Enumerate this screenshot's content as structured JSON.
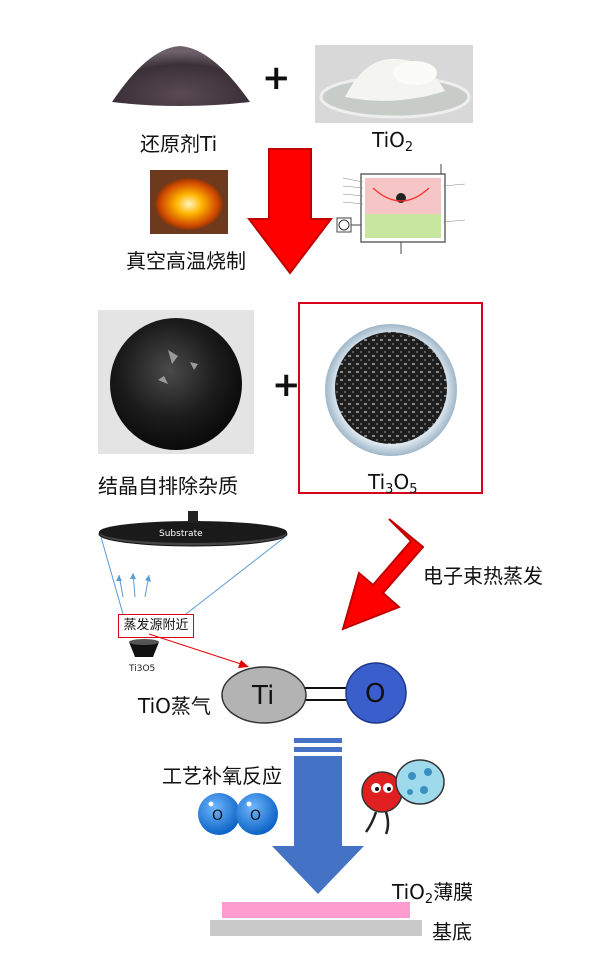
{
  "reactants": {
    "ti_label": "还原剂Ti",
    "tio2_label_main": "TiO",
    "tio2_label_sub": "2"
  },
  "sintering": {
    "label": "真空高温烧制"
  },
  "products": {
    "impurity_label": "结晶自排除杂质",
    "ti3o5_label_a": "Ti",
    "ti3o5_label_sub_a": "3",
    "ti3o5_label_b": "O",
    "ti3o5_label_sub_b": "5"
  },
  "plus_sign": "+",
  "evaporation": {
    "step_label": "电子束热蒸发",
    "substrate_label": "Substrate",
    "source_area_label": "蒸发源附近",
    "crucible_label": "Ti3O5"
  },
  "tio_vapor": {
    "label": "TiO蒸气",
    "ti_atom": "Ti",
    "o_atom": "O"
  },
  "oxygen_step": {
    "label": "工艺补氧反应",
    "o_atom": "O"
  },
  "film": {
    "label_main": "TiO",
    "label_sub": "2",
    "label_tail": "薄膜",
    "substrate_label": "基底"
  },
  "colors": {
    "red_arrow": "#ff0000",
    "blue_arrow": "#4472c4",
    "atom_blue": "#3a5fcd",
    "atom_gray": "#b3b3b3",
    "film_pink": "#ff9ccf",
    "base_gray": "#c9c9c9",
    "highlight_box": "#d9001b"
  }
}
